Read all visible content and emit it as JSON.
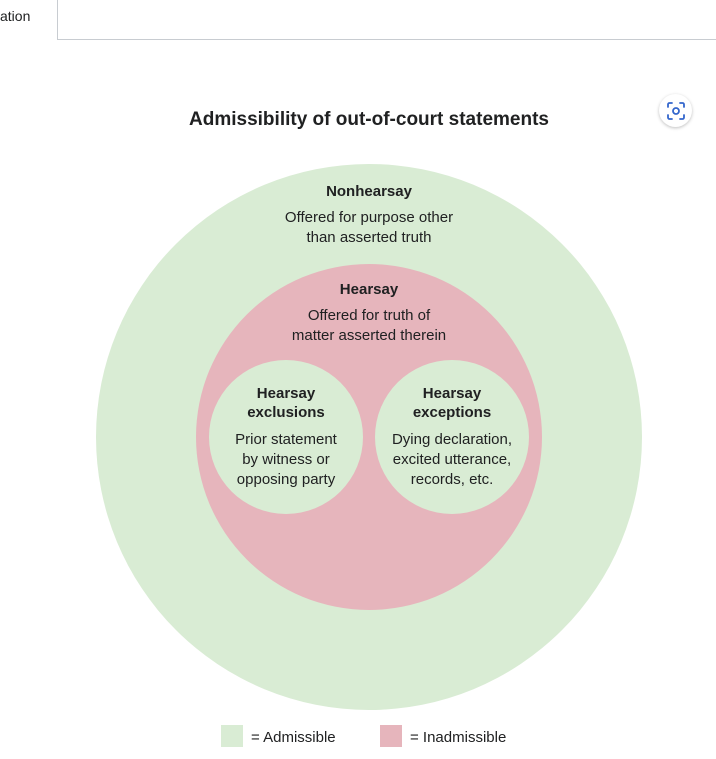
{
  "tab": {
    "label": "ation"
  },
  "colors": {
    "admissible": "#d9ecd4",
    "inadmissible": "#e6b5bc"
  },
  "icons": {
    "expand": "expand-icon"
  },
  "diagram": {
    "title": "Admissibility of out-of-court statements",
    "nonhearsay": {
      "heading": "Nonhearsay",
      "line1": "Offered for purpose other",
      "line2": "than asserted truth"
    },
    "hearsay": {
      "heading": "Hearsay",
      "line1": "Offered for truth of",
      "line2": "matter asserted therein"
    },
    "exclusions": {
      "heading1": "Hearsay",
      "heading2": "exclusions",
      "line1": "Prior statement",
      "line2": "by witness or",
      "line3": "opposing party"
    },
    "exceptions": {
      "heading1": "Hearsay",
      "heading2": "exceptions",
      "line1": "Dying declaration,",
      "line2": "excited utterance,",
      "line3": "records, etc."
    }
  },
  "legend": {
    "admissible": "= Admissible",
    "inadmissible": "= Inadmissible"
  }
}
